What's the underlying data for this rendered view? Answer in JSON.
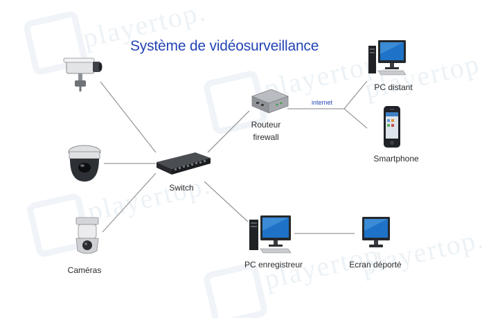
{
  "diagram": {
    "title": "Système de vidéosurveillance",
    "watermark_text": "playertop.",
    "nodes": {
      "cameras": "Caméras",
      "switch": "Switch",
      "router_line1": "Routeur",
      "router_line2": "firewall",
      "pc_remote": "PC distant",
      "smartphone": "Smartphone",
      "pc_recorder": "PC enregistreur",
      "remote_screen": "Ecran déporté"
    },
    "link_labels": {
      "internet": "internet"
    },
    "colors": {
      "title": "#2244b4",
      "links": "#9a9a9a",
      "screen": "#1e73c8",
      "watermark": "#aac3d7"
    }
  }
}
